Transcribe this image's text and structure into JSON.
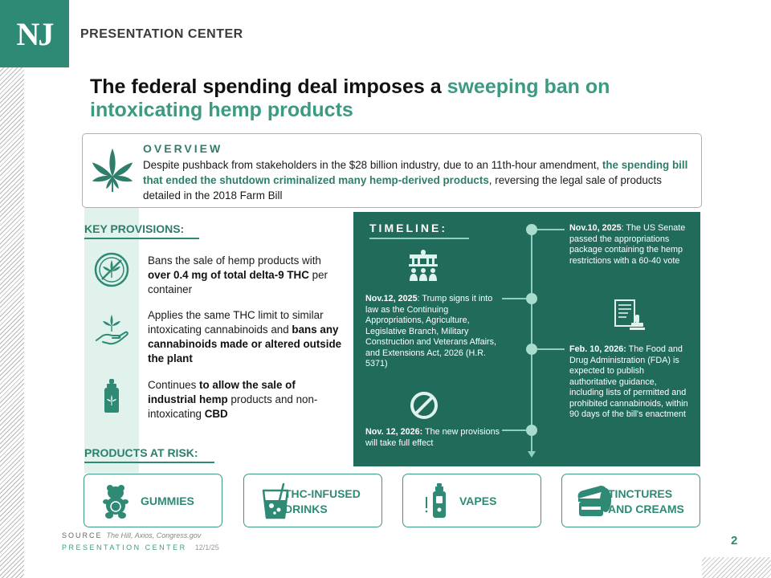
{
  "header": {
    "logo": "NJ",
    "brand": "PRESENTATION CENTER"
  },
  "title": {
    "part1": "The federal spending deal imposes a ",
    "accent": "sweeping ban on intoxicating hemp products"
  },
  "overview": {
    "label": "OVERVIEW",
    "text_before": "Despite pushback from stakeholders in the $28 billion industry, due to an 11th-hour amendment, ",
    "text_highlight": "the spending bill that ended the shutdown criminalized many hemp-derived products",
    "text_after": ", reversing the legal sale of products detailed in the 2018 Farm Bill",
    "icon": "cannabis-leaf-icon"
  },
  "key_provisions": {
    "heading": "KEY PROVISIONS:",
    "items": [
      {
        "icon": "no-thc-badge-icon",
        "t1": "Bans the sale of hemp products with ",
        "b1": "over 0.4 mg of total delta-9 THC",
        "t2": " per container",
        "b2": "",
        "t3": ""
      },
      {
        "icon": "hand-leaf-icon",
        "t1": "Applies the same THC limit to similar intoxicating cannabinoids and ",
        "b1": "bans any cannabinoids made or altered outside the plant",
        "t2": "",
        "b2": "",
        "t3": ""
      },
      {
        "icon": "cbd-bottle-icon",
        "t1": "Continues ",
        "b1": "to allow the sale of industrial hemp",
        "t2": " products and non-intoxicating ",
        "b2": "CBD",
        "t3": ""
      }
    ]
  },
  "timeline": {
    "heading": "TIMELINE:",
    "events": [
      {
        "date": "Nov.10, 2025",
        "text": ": The US Senate passed the appropriations package containing the hemp restrictions with a 60-40 vote"
      },
      {
        "date": "Nov.12, 2025",
        "text": ": Trump signs it into law as the Continuing Appropriations, Agriculture, Legislative Branch, Military Construction and Veterans Affairs, and Extensions Act, 2026 (H.R. 5371)"
      },
      {
        "date": "Feb. 10, 2026:",
        "text": " The Food and Drug Administration (FDA) is expected to publish authoritative guidance, including lists of permitted and prohibited cannabinoids, within 90 days of the bill's enactment"
      },
      {
        "date": "Nov. 12, 2026:",
        "text": " The new provisions will take full effect"
      }
    ]
  },
  "products": {
    "heading": "PRODUCTS AT RISK:",
    "items": [
      {
        "label": "GUMMIES",
        "icon": "gummy-bear-icon"
      },
      {
        "label": "THC-INFUSED DRINKS",
        "icon": "drink-cup-icon"
      },
      {
        "label": "VAPES",
        "icon": "vape-pen-icon"
      },
      {
        "label": "TINCTURES AND CREAMS",
        "icon": "cream-jar-icon"
      }
    ]
  },
  "footer": {
    "source_label": "SOURCE",
    "source_text": "The Hill, Axios, Congress.gov",
    "center": "PRESENTATION CENTER",
    "date": "12/1/25",
    "page": "2"
  },
  "colors": {
    "brand_green": "#2e8a75",
    "accent_green": "#3d9a82",
    "timeline_bg": "#216b5b",
    "light_teal": "#e1f1ec"
  }
}
